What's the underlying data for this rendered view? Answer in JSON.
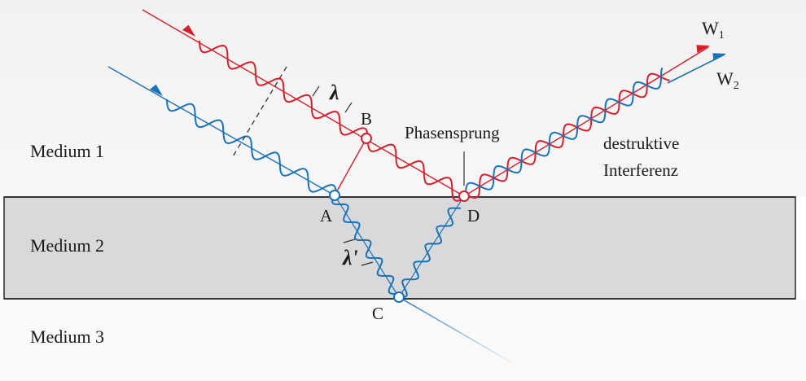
{
  "media": {
    "medium1": "Medium 1",
    "medium2": "Medium 2",
    "medium3": "Medium 3"
  },
  "points": {
    "a": "A",
    "b": "B",
    "c": "C",
    "d": "D"
  },
  "annotations": {
    "phase_jump": "Phasensprung",
    "destructive_line1": "destruktive",
    "destructive_line2": "Interferenz",
    "lambda": "λ",
    "lambda_prime": "λ'"
  },
  "waves": {
    "w1_letter": "W",
    "w1_sub": "1",
    "w2_letter": "W",
    "w2_sub": "2"
  },
  "colors": {
    "red_wave": "#d4202a",
    "blue_wave": "#1a72b6",
    "medium2_fill": "#d9d9db",
    "background_top": "#f1f1f2",
    "background_bottom": "#ffffff"
  }
}
